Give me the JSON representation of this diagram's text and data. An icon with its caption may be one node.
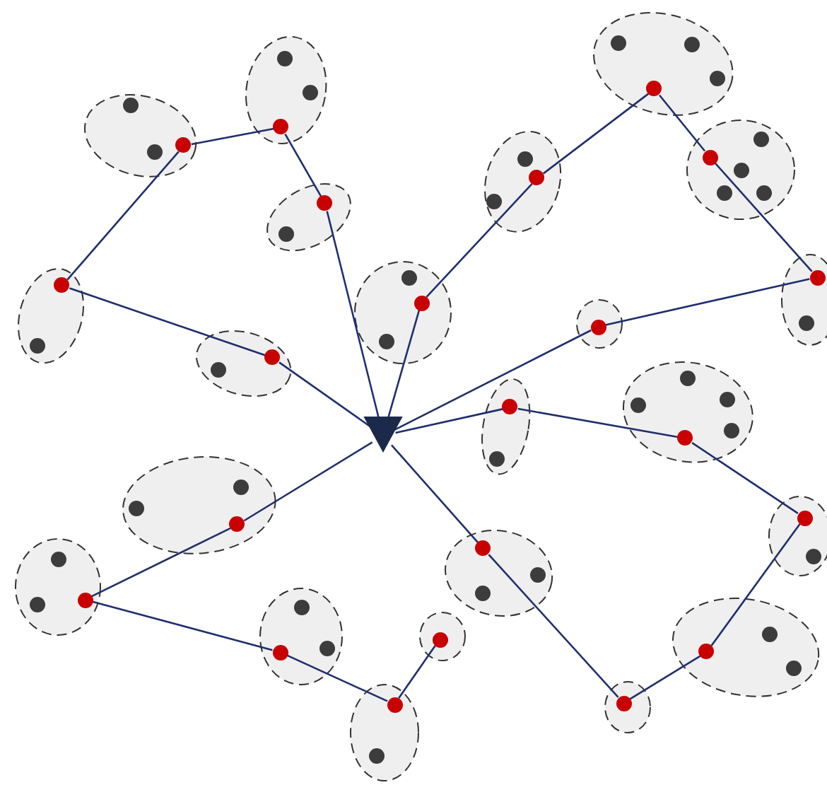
{
  "diagram": {
    "nodes": [
      {
        "text": [],
        "shape": "triangle"
      },
      {
        "text": [],
        "shape": "ellipse"
      },
      {
        "text": [],
        "shape": "circle",
        "in": 1
      },
      {
        "text": [],
        "shape": "circle",
        "in": 1
      },
      {
        "text": [],
        "shape": "circle",
        "in": 1
      },
      {
        "text": [],
        "shape": "ellipse"
      },
      {
        "text": [],
        "shape": "circle",
        "in": 5
      },
      {
        "text": [],
        "shape": "circle",
        "in": 5
      },
      {
        "text": [],
        "shape": "circle",
        "in": 5
      },
      {
        "text": [],
        "shape": "ellipse"
      },
      {
        "text": [],
        "shape": "circle",
        "in": 9
      },
      {
        "text": [],
        "shape": "circle",
        "in": 9
      },
      {
        "text": [],
        "shape": "ellipse"
      },
      {
        "text": [],
        "shape": "circle",
        "in": 12
      },
      {
        "text": [],
        "shape": "circle",
        "in": 12
      },
      {
        "text": [],
        "shape": "ellipse"
      },
      {
        "text": [],
        "shape": "circle",
        "in": 15
      },
      {
        "text": [],
        "shape": "circle",
        "in": 15
      },
      {
        "text": [],
        "shape": "ellipse"
      },
      {
        "text": [],
        "shape": "circle",
        "in": 18
      },
      {
        "text": [],
        "shape": "circle",
        "in": 18
      },
      {
        "text": [],
        "shape": "circle",
        "in": 18
      },
      {
        "text": [],
        "shape": "ellipse"
      },
      {
        "text": [],
        "shape": "circle",
        "in": 22
      },
      {
        "text": [],
        "shape": "circle",
        "in": 22
      },
      {
        "text": [],
        "shape": "circle",
        "in": 22
      },
      {
        "text": [],
        "shape": "ellipse"
      },
      {
        "text": [],
        "shape": "circle",
        "in": 26
      },
      {
        "text": [],
        "shape": "circle",
        "in": 26
      },
      {
        "text": [],
        "shape": "circle",
        "in": 26
      },
      {
        "text": [],
        "shape": "circle",
        "in": 26
      },
      {
        "text": [],
        "shape": "ellipse"
      },
      {
        "text": [],
        "shape": "circle",
        "in": 31
      },
      {
        "text": [],
        "shape": "circle",
        "in": 31
      },
      {
        "text": [],
        "shape": "circle",
        "in": 31
      },
      {
        "text": [],
        "shape": "circle",
        "in": 31
      },
      {
        "text": [],
        "shape": "circle",
        "in": 31
      },
      {
        "text": [],
        "shape": "ellipse"
      },
      {
        "text": [],
        "shape": "circle",
        "in": 37
      },
      {
        "text": [],
        "shape": "circle",
        "in": 37
      },
      {
        "text": [],
        "shape": "ellipse"
      },
      {
        "text": [],
        "shape": "circle",
        "in": 40
      },
      {
        "text": [],
        "shape": "ellipse"
      },
      {
        "text": [],
        "shape": "circle",
        "in": 42
      },
      {
        "text": [],
        "shape": "circle",
        "in": 42
      },
      {
        "text": [],
        "shape": "ellipse"
      },
      {
        "text": [],
        "shape": "circle",
        "in": 45
      },
      {
        "text": [],
        "shape": "circle",
        "in": 45
      },
      {
        "text": [],
        "shape": "circle",
        "in": 45
      },
      {
        "text": [],
        "shape": "circle",
        "in": 45
      },
      {
        "text": [],
        "shape": "circle",
        "in": 45
      },
      {
        "text": [],
        "shape": "ellipse"
      },
      {
        "text": [],
        "shape": "circle",
        "in": 51
      },
      {
        "text": [],
        "shape": "circle",
        "in": 51
      },
      {
        "text": [],
        "shape": "circle",
        "in": 51
      },
      {
        "text": [],
        "shape": "ellipse"
      },
      {
        "text": [],
        "shape": "circle",
        "in": 55
      },
      {
        "text": [],
        "shape": "circle",
        "in": 55
      },
      {
        "text": [],
        "shape": "circle",
        "in": 55
      },
      {
        "text": [],
        "shape": "ellipse"
      },
      {
        "text": [],
        "shape": "circle",
        "in": 59
      },
      {
        "text": [],
        "shape": "circle",
        "in": 59
      },
      {
        "text": [],
        "shape": "circle",
        "in": 59
      },
      {
        "text": [],
        "shape": "ellipse"
      },
      {
        "text": [],
        "shape": "circle",
        "in": 63
      },
      {
        "text": [],
        "shape": "circle",
        "in": 63
      },
      {
        "text": [],
        "shape": "circle",
        "in": 63
      },
      {
        "text": [],
        "shape": "ellipse"
      },
      {
        "text": [],
        "shape": "circle",
        "in": 67
      },
      {
        "text": [],
        "shape": "ellipse"
      },
      {
        "text": [],
        "shape": "circle",
        "in": 69
      },
      {
        "text": [],
        "shape": "circle",
        "in": 69
      },
      {
        "text": [],
        "shape": "ellipse"
      },
      {
        "text": [],
        "shape": "circle",
        "in": 72
      },
      {
        "text": [],
        "shape": "ellipse"
      },
      {
        "text": [],
        "shape": "circle",
        "in": 74
      },
      {
        "text": [],
        "shape": "circle",
        "in": 74
      },
      {
        "text": [],
        "shape": "circle",
        "in": 74
      },
      {
        "text": [],
        "shape": "ellipse"
      },
      {
        "text": [],
        "shape": "circle",
        "in": 78
      },
      {
        "text": [],
        "shape": "circle",
        "in": 78
      }
    ],
    "edges": [
      {
        "from": 0,
        "to": 16,
        "arrow": "none"
      },
      {
        "from": 16,
        "to": 13,
        "arrow": "none"
      },
      {
        "from": 13,
        "to": 2,
        "arrow": "none"
      },
      {
        "from": 2,
        "to": 6,
        "arrow": "none"
      },
      {
        "from": 6,
        "to": 10,
        "arrow": "none"
      },
      {
        "from": 10,
        "to": 0,
        "arrow": "none"
      },
      {
        "from": 0,
        "to": 23,
        "arrow": "none"
      },
      {
        "from": 23,
        "to": 19,
        "arrow": "none"
      },
      {
        "from": 19,
        "to": 27,
        "arrow": "none"
      },
      {
        "from": 27,
        "to": 32,
        "arrow": "none"
      },
      {
        "from": 32,
        "to": 38,
        "arrow": "none"
      },
      {
        "from": 38,
        "to": 41,
        "arrow": "none"
      },
      {
        "from": 41,
        "to": 0,
        "arrow": "none"
      },
      {
        "from": 0,
        "to": 43,
        "arrow": "none"
      },
      {
        "from": 43,
        "to": 46,
        "arrow": "none"
      },
      {
        "from": 46,
        "to": 79,
        "arrow": "none"
      },
      {
        "from": 79,
        "to": 75,
        "arrow": "none"
      },
      {
        "from": 75,
        "to": 73,
        "arrow": "none"
      },
      {
        "from": 73,
        "to": 64,
        "arrow": "none"
      },
      {
        "from": 64,
        "to": 0,
        "arrow": "none"
      },
      {
        "from": 0,
        "to": 52,
        "arrow": "none"
      },
      {
        "from": 52,
        "to": 56,
        "arrow": "none"
      },
      {
        "from": 56,
        "to": 60,
        "arrow": "none"
      },
      {
        "from": 60,
        "to": 70,
        "arrow": "none"
      },
      {
        "from": 70,
        "to": 68,
        "arrow": "none"
      }
    ]
  }
}
